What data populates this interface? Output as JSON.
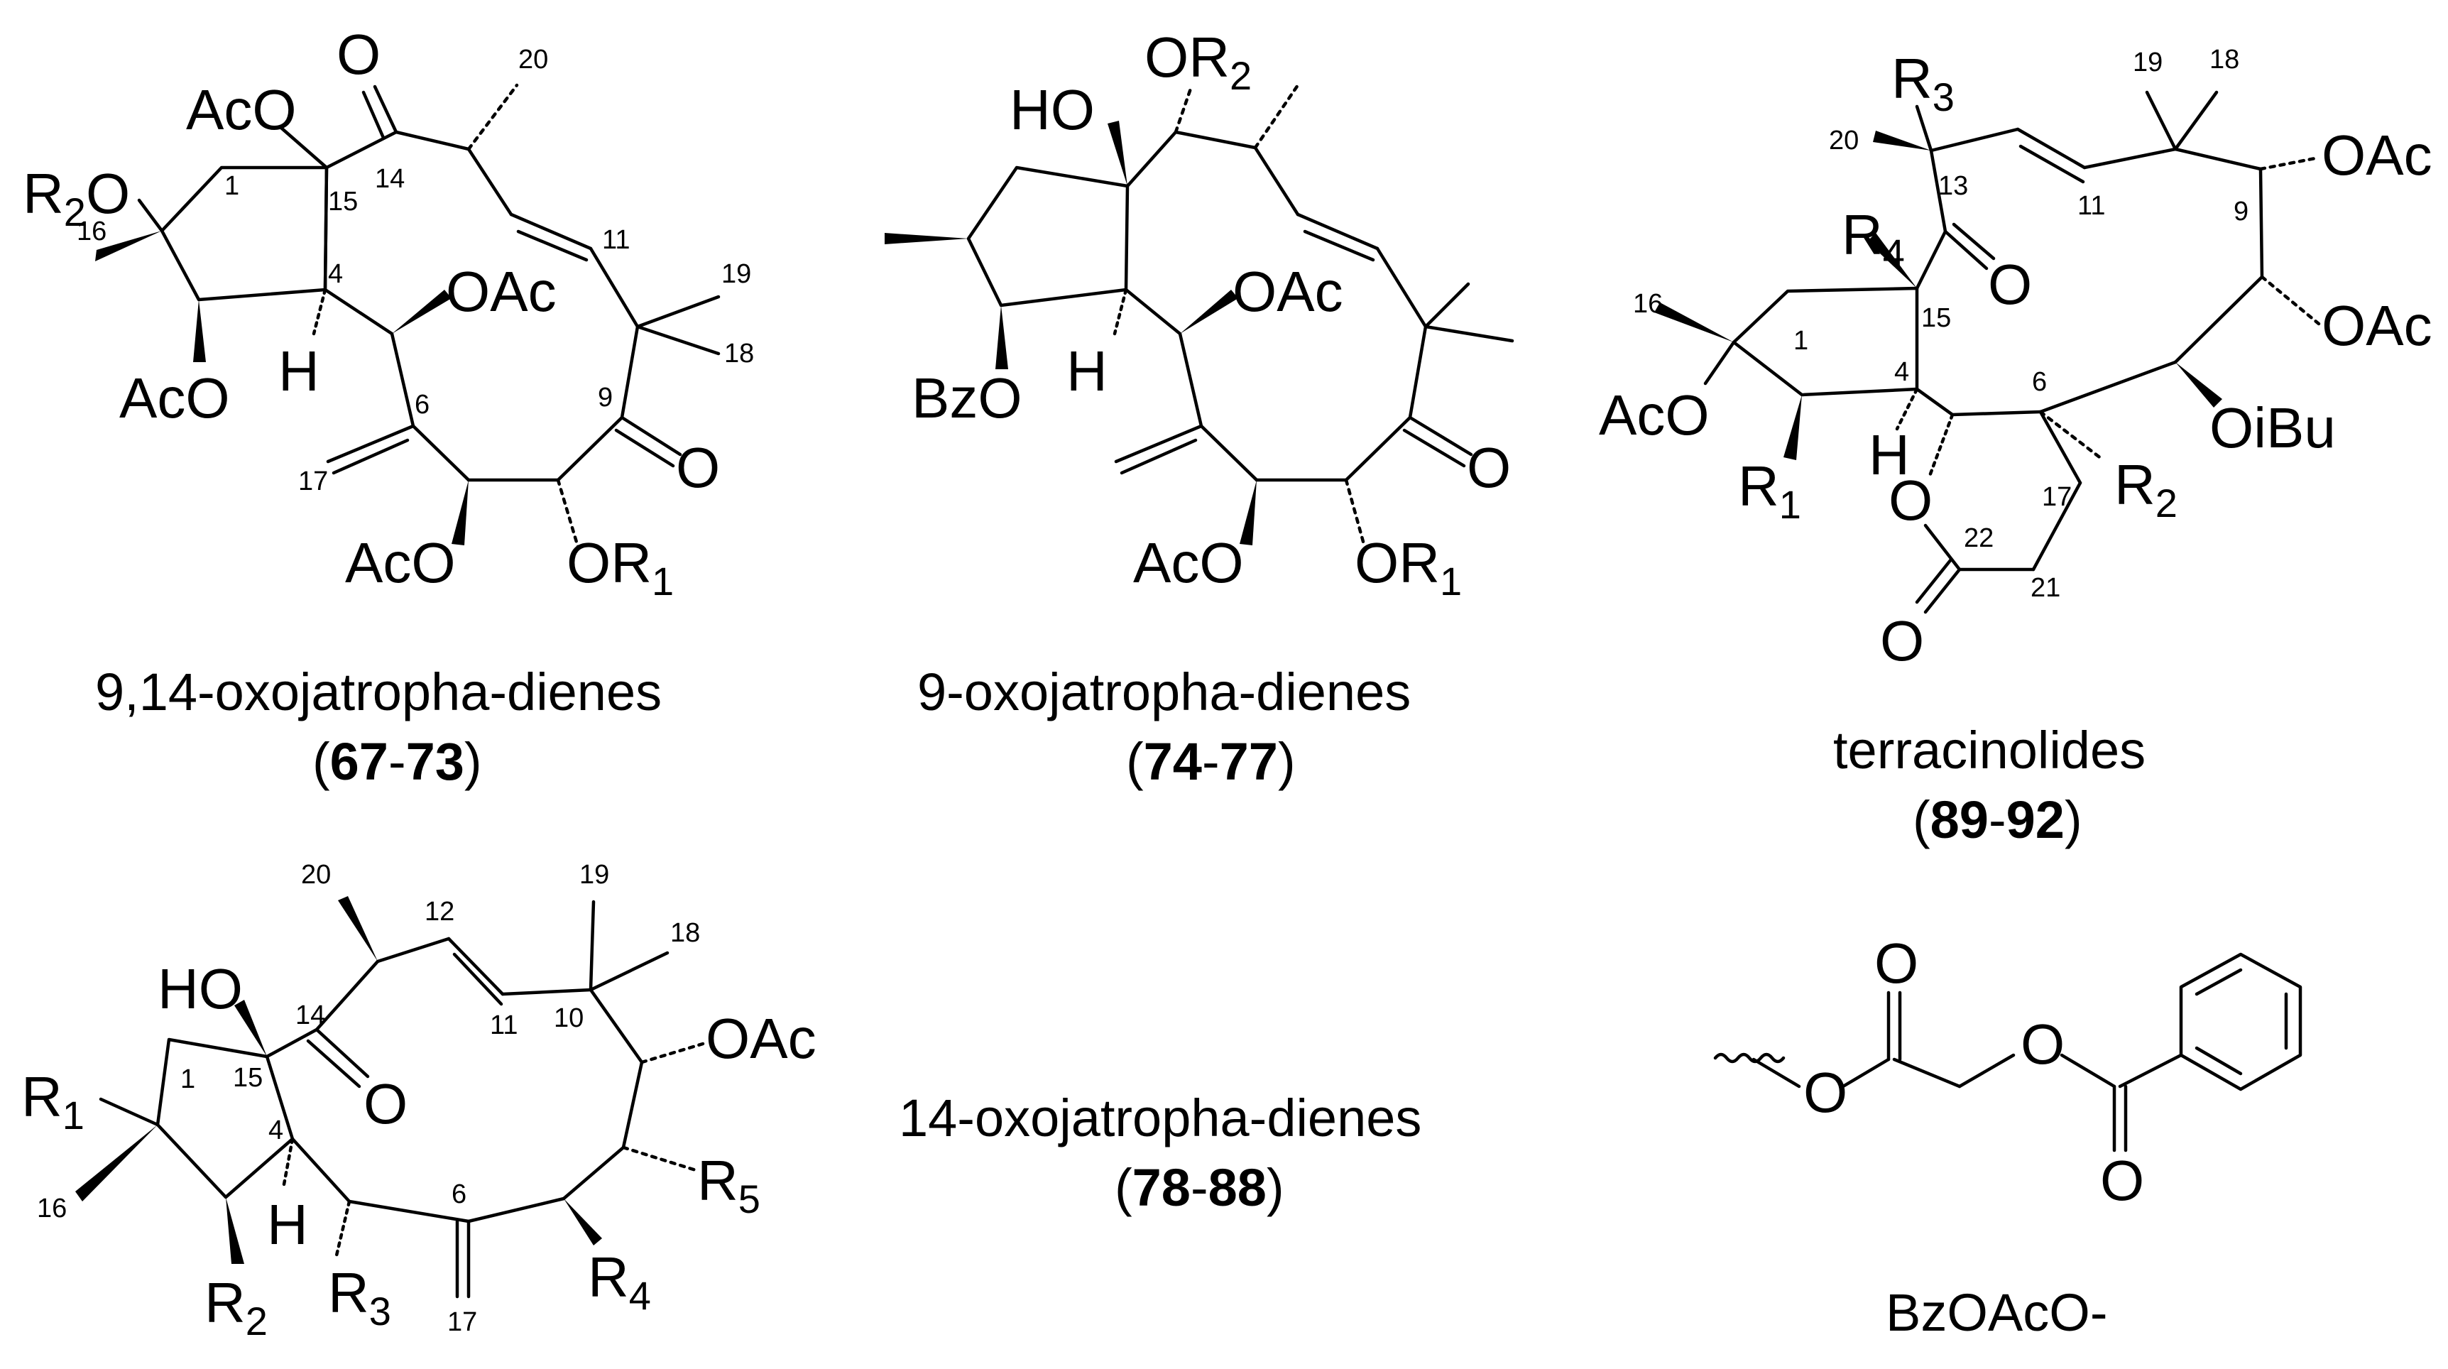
{
  "structures": [
    {
      "caption": "9,14-oxojatropha-dienes",
      "range": {
        "open": "(",
        "start": "67",
        "dash": "-",
        "end": "73",
        "close": ")"
      },
      "substituents": {
        "ac_top": "AcO",
        "r2o": "R",
        "r2o_sub": "2",
        "r2o_o": "O",
        "oac": "OAc",
        "aco_left": "AcO",
        "aco_bottom": "AcO",
        "or1": "OR",
        "or1_sub": "1",
        "h": "H",
        "o14": "O",
        "o9": "O"
      },
      "numbers": [
        "20",
        "14",
        "1",
        "15",
        "16",
        "4",
        "11",
        "19",
        "18",
        "9",
        "6",
        "17"
      ]
    },
    {
      "caption": "9-oxojatropha-dienes",
      "range": {
        "open": "(",
        "start": "74",
        "dash": "-",
        "end": "77",
        "close": ")"
      },
      "substituents": {
        "or2": "OR",
        "or2_sub": "2",
        "ho": "HO",
        "oac": "OAc",
        "bzo": "BzO",
        "h": "H",
        "o9": "O",
        "aco_bottom": "AcO",
        "or1": "OR",
        "or1_sub": "1"
      }
    },
    {
      "caption": "terracinolides",
      "range": {
        "open": "(",
        "start": "89",
        "dash": "-",
        "end": "92",
        "close": ")"
      },
      "substituents": {
        "r3": "R",
        "r3_sub": "3",
        "r4": "R",
        "r4_sub": "4",
        "oac_top": "OAc",
        "oac_right": "OAc",
        "oibu": "OiBu",
        "aco": "AcO",
        "r1": "R",
        "r1_sub": "1",
        "h": "H",
        "o_ring": "O",
        "r2": "R",
        "r2_sub": "2",
        "o_carbonyl": "O",
        "o_ketone": "O"
      },
      "numbers": [
        "19",
        "18",
        "20",
        "13",
        "11",
        "9",
        "15",
        "16",
        "1",
        "4",
        "6",
        "17",
        "22",
        "21"
      ]
    },
    {
      "caption": "14-oxojatropha-dienes",
      "range": {
        "open": "(",
        "start": "78",
        "dash": "-",
        "end": "88",
        "close": ")"
      },
      "substituents": {
        "ho": "HO",
        "r1": "R",
        "r1_sub": "1",
        "oac": "OAc",
        "r5": "R",
        "r5_sub": "5",
        "r2": "R",
        "r2_sub": "2",
        "h": "H",
        "r3": "R",
        "r3_sub": "3",
        "r4": "R",
        "r4_sub": "4",
        "o14": "O"
      },
      "numbers": [
        "20",
        "12",
        "19",
        "18",
        "14",
        "11",
        "10",
        "15",
        "1",
        "4",
        "16",
        "6",
        "17"
      ]
    },
    {
      "caption": "BzOAcO-",
      "substituents": {
        "o_ester": "O",
        "o_carbonyl1": "O",
        "o_ether": "O",
        "o_carbonyl2": "O"
      }
    }
  ]
}
